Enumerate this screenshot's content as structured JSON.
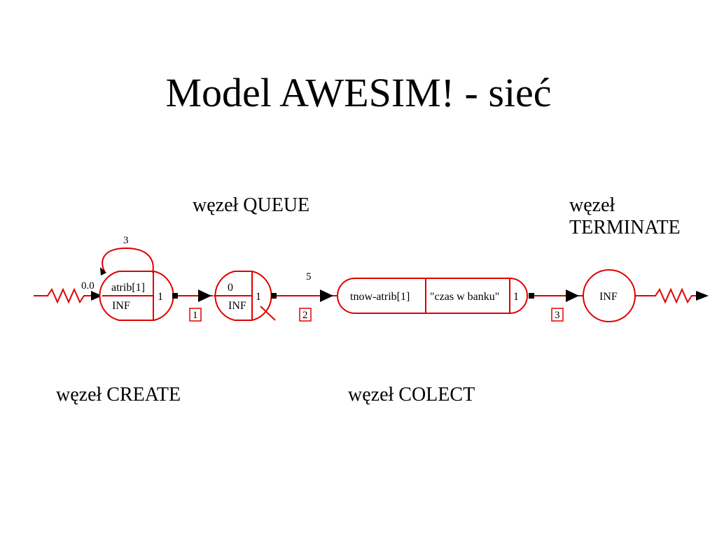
{
  "slide": {
    "title": "Model AWESIM! - sieć",
    "labels": {
      "queue": "węzeł QUEUE",
      "terminate": "węzeł TERMINATE",
      "create": "węzeł CREATE",
      "colect": "węzeł COLECT"
    }
  },
  "diagram": {
    "line_color": "#e00000",
    "create_node": {
      "top_text": "atrib[1]",
      "bottom_text": "INF",
      "branch_count": "1",
      "first_time": "0.0",
      "loop_time": "3"
    },
    "queue_node": {
      "top_text": "0",
      "bottom_text": "INF",
      "branch_count": "1"
    },
    "colect_node": {
      "left_text": "tnow-atrib[1]",
      "right_text": "\"czas w banku\"",
      "branch_count": "1"
    },
    "terminate_node": {
      "text": "INF"
    },
    "activity_labels": [
      "1",
      "2",
      "3"
    ],
    "activity_time": "5"
  }
}
